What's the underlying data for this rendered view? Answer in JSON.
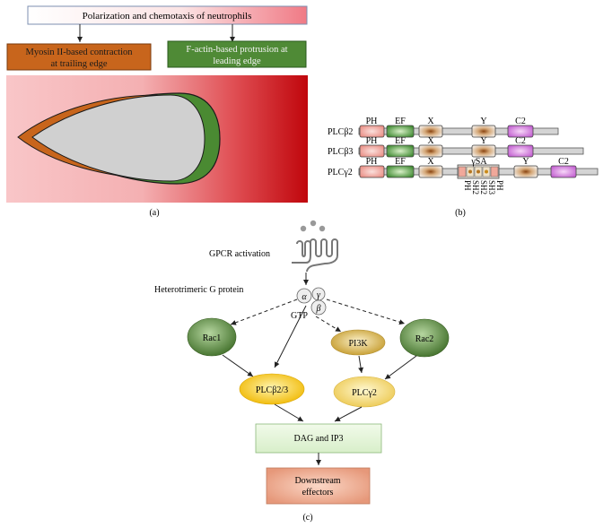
{
  "panel_a": {
    "title": "Polarization and chemotaxis of neutrophils",
    "myosin_box": [
      "Myosin II-based contraction",
      "at trailing edge"
    ],
    "factin_box": [
      "F-actin-based protrusion at",
      "leading edge"
    ],
    "caption": "(a)"
  },
  "panel_b": {
    "rows": [
      {
        "name": "PLCβ2",
        "domains": [
          "PH",
          "EF",
          "X",
          "Y",
          "C2"
        ]
      },
      {
        "name": "PLCβ3",
        "domains": [
          "PH",
          "EF",
          "X",
          "Y",
          "C2"
        ]
      },
      {
        "name": "PLCγ2",
        "domains": [
          "PH",
          "EF",
          "X",
          "γSA",
          "Y",
          "C2"
        ]
      }
    ],
    "sa_subdomains": [
      "PH",
      "SH2",
      "SH2",
      "SH3",
      "PH"
    ],
    "caption": "(b)"
  },
  "panel_c": {
    "gpcr_label": "GPCR activation",
    "gprotein_label": "Heterotrimeric G protein",
    "alpha": "α",
    "gamma": "γ",
    "beta": "β",
    "gtp": "GTP",
    "rac1": "Rac1",
    "rac2": "Rac2",
    "pi3k": "PI3K",
    "plcb": "PLCβ2/3",
    "plcg": "PLCγ2",
    "dag": "DAG and IP3",
    "downstream": [
      "Downstream",
      "effectors"
    ],
    "caption": "(c)"
  },
  "colors": {
    "orange": "#c8651c",
    "green": "#4f8a36",
    "red": "#c40a10",
    "pink": "#f7c4c6",
    "cell_gray": "#d0d0d0"
  }
}
